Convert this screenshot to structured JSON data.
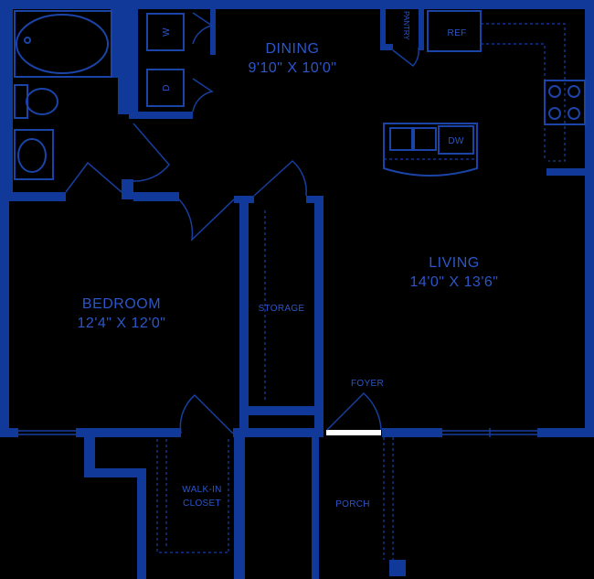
{
  "rooms": {
    "dining": {
      "name": "DINING",
      "size": "9'10\" X 10'0\""
    },
    "living": {
      "name": "LIVING",
      "size": "14'0\" X 13'6\""
    },
    "bedroom": {
      "name": "BEDROOM",
      "size": "12'4\" X 12'0\""
    },
    "storage": {
      "name": "STORAGE"
    },
    "foyer": {
      "name": "FOYER"
    },
    "walkin": {
      "line1": "WALK-IN",
      "line2": "CLOSET"
    },
    "porch": {
      "name": "PORCH"
    },
    "pantry": {
      "name": "PANTRY"
    }
  },
  "appliances": {
    "washer": "W",
    "dryer": "D",
    "refrigerator": "REF",
    "dishwasher": "DW"
  },
  "colors": {
    "background": "#000000",
    "walls": "#11399a",
    "labels": "#2b56c8",
    "entry_door": "#ffffff"
  }
}
